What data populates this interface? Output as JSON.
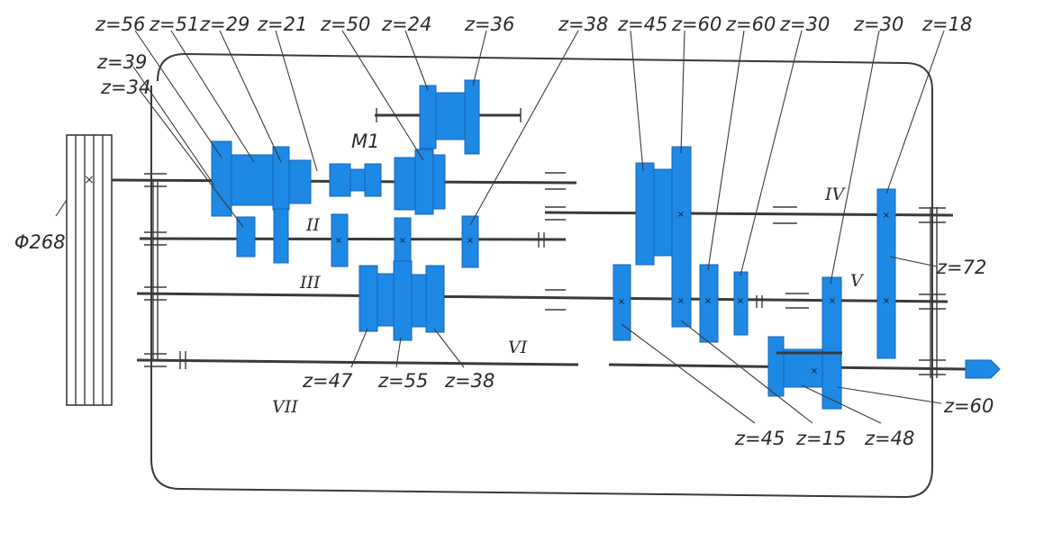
{
  "colors": {
    "gear": "#1e88e5",
    "line": "#3a3a3a",
    "background": "#ffffff"
  },
  "pulley_label": "Φ268",
  "clutch_label": "M1",
  "shaft_labels": [
    "II",
    "III",
    "IV",
    "V",
    "VI",
    "VII"
  ],
  "gear_labels": {
    "top": [
      "z=56",
      "z=51",
      "z=29",
      "z=21",
      "z=50",
      "z=24",
      "z=36",
      "z=38",
      "z=45",
      "z=60",
      "z=60",
      "z=30",
      "z=30",
      "z=18"
    ],
    "left": [
      "z=39",
      "z=34"
    ],
    "bottom": [
      "z=47",
      "z=55",
      "z=38",
      "z=45",
      "z=15",
      "z=48"
    ],
    "right": [
      "z=72",
      "z=60"
    ]
  }
}
